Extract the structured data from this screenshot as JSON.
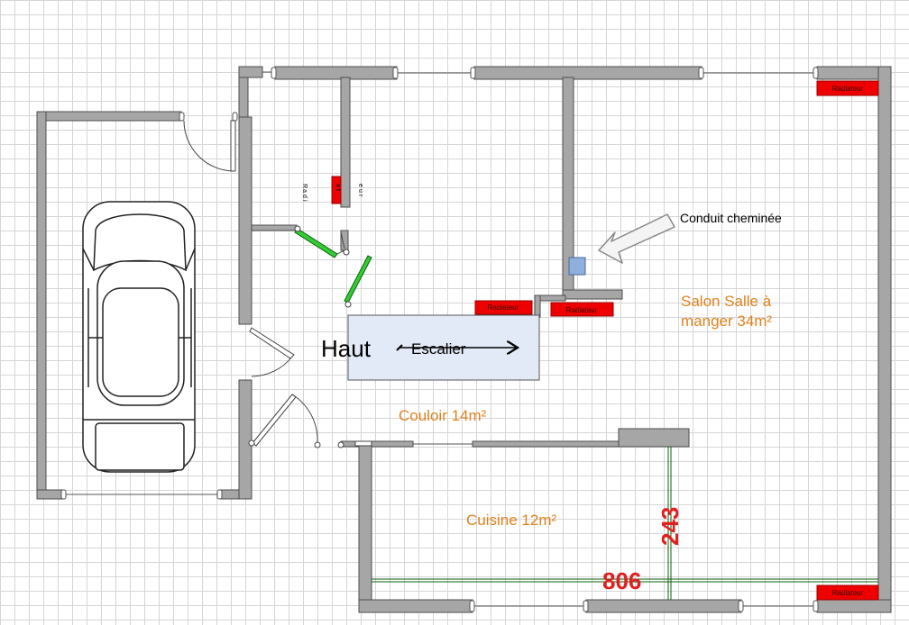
{
  "rooms": {
    "salon_line1": "Salon Salle à",
    "salon_line2": "manger 34m²",
    "couloir": "Couloir 14m²",
    "cuisine": "Cuisine 12m²"
  },
  "stairs": {
    "haut": "Haut",
    "escalier": "Escalier"
  },
  "chimney_label": "Conduit cheminée",
  "radiator_label": "Radiateur",
  "vertical_radiator_letters": [
    "R",
    "a",
    "d",
    "i",
    "a",
    "t",
    "e",
    "u",
    "r"
  ],
  "dimensions": {
    "width": "806",
    "height": "243"
  },
  "colors": {
    "wall": "#a6a6a6",
    "wall_edge": "#4d4d4d",
    "radiator": "#ee0000",
    "dimension": "#e02020",
    "room_label": "#e0821e",
    "stair_fill": "#e3eaf7",
    "chimney": "#8fb0dd",
    "door_leaf_green": "#33cc33"
  }
}
